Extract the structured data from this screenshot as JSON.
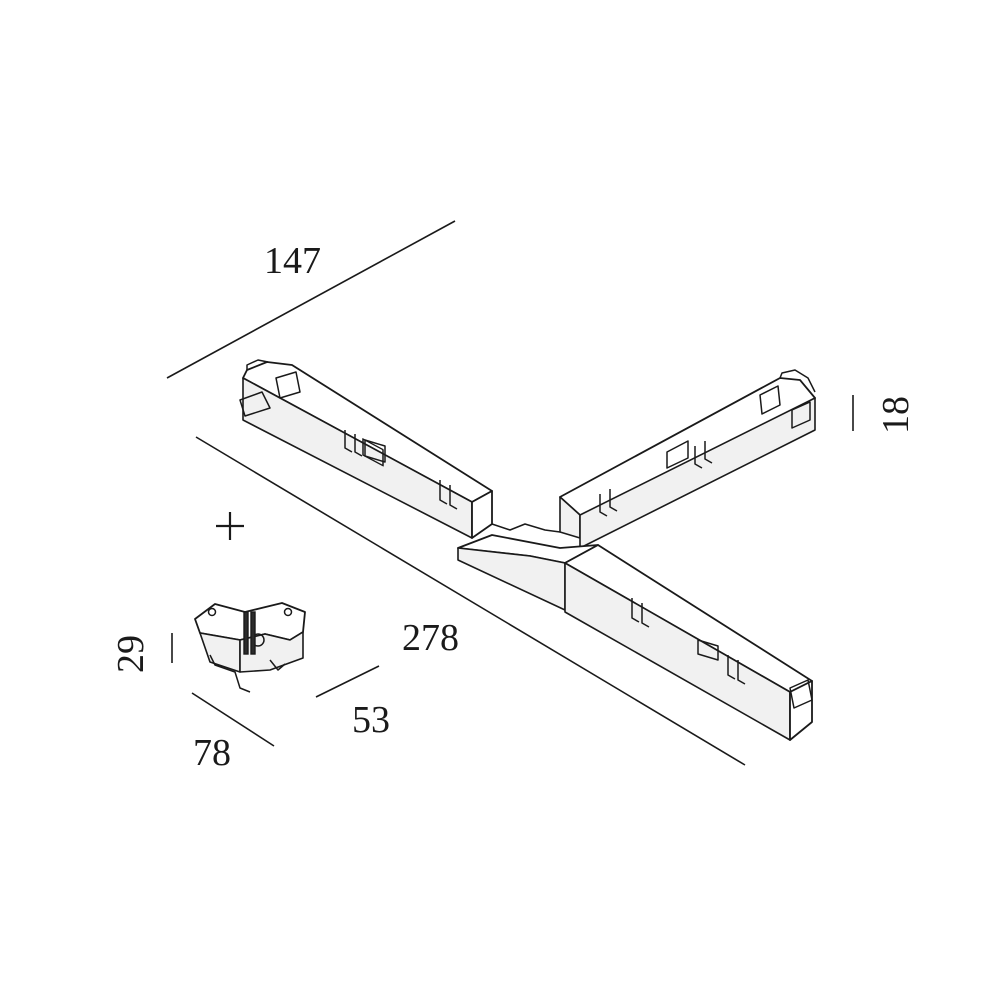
{
  "dimensions": {
    "top_length": "147",
    "long_length": "278",
    "height": "18",
    "connector_height": "29",
    "connector_width": "53",
    "connector_length": "78"
  },
  "plus_symbol": "+"
}
